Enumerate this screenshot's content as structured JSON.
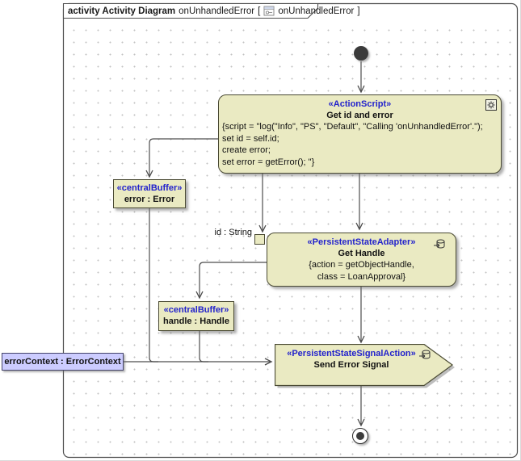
{
  "frame": {
    "kind": "activity Activity Diagram",
    "name": "onUnhandledError",
    "bracket_open": "[",
    "bracket_close": "]",
    "ref": "onUnhandledError"
  },
  "nodes": {
    "action_script": {
      "stereotype": "«ActionScript»",
      "name": "Get id and error",
      "body_lines": [
        "{script = \"log(\"Info\", \"PS\", \"Default\", \"Calling 'onUnhandledError'.\");",
        "set id = self.id;",
        "create error;",
        "set error = getError(); \"}"
      ]
    },
    "error_buffer": {
      "stereotype": "«centralBuffer»",
      "name": "error : Error"
    },
    "get_handle": {
      "stereotype": "«PersistentStateAdapter»",
      "name": "Get Handle",
      "body_lines": [
        "{action = getObjectHandle,",
        "class = LoanApproval}"
      ]
    },
    "handle_buffer": {
      "stereotype": "«centralBuffer»",
      "name": "handle : Handle"
    },
    "send_signal": {
      "stereotype": "«PersistentStateSignalAction»",
      "name": "Send Error Signal"
    },
    "error_context": {
      "name": "errorContext : ErrorContext"
    },
    "id_pin": {
      "label": "id : String"
    }
  },
  "colors": {
    "node_fill": "#EAEAC2",
    "node_border": "#4A4A33",
    "stereotype_text": "#2222CC",
    "context_fill": "#CCCCFF",
    "context_border": "#44446A",
    "edge": "#4D4D4D",
    "grid_dot": "#C3C3C3",
    "initial_node": "#3B3B3B"
  }
}
